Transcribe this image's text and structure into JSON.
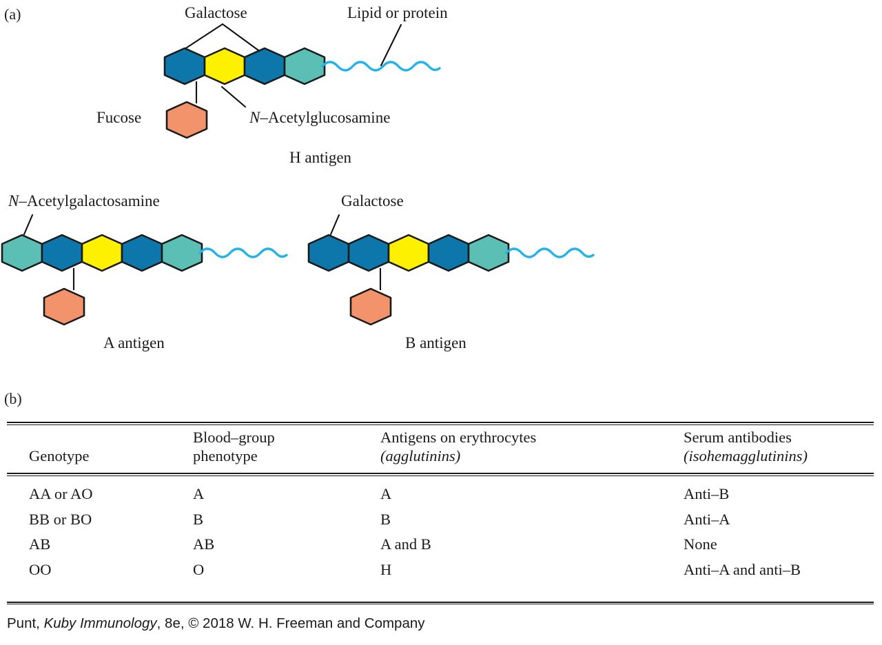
{
  "figure": {
    "panel_a_letter": "(a)",
    "panel_b_letter": "(b)"
  },
  "colors": {
    "galactose_blue": "#0d77ab",
    "glcnac_yellow": "#fdf100",
    "galnac_teal": "#5bbfb5",
    "fucose_orange": "#f2936b",
    "tail_cyan": "#22b3e8",
    "outline": "#1a1a1a",
    "text": "#1a1a1a"
  },
  "panel_a": {
    "structures": [
      {
        "id": "h-antigen",
        "name": "H antigen",
        "sugars": [
          "galactose_blue",
          "glcnac_yellow",
          "galactose_blue",
          "galnac_teal"
        ],
        "branch": {
          "from_index": 0,
          "sugar": "fucose_orange",
          "label": "Fucose"
        },
        "tail_label": "Lipid or protein",
        "labels": [
          {
            "text": "Galactose",
            "points_to": [
              0,
              2
            ]
          },
          {
            "text_italic_prefix": "N",
            "text": "N–Acetylglucosamine",
            "points_to": [
              1
            ]
          },
          {
            "text": "Fucose",
            "points_to": [
              "branch"
            ]
          },
          {
            "text": "Lipid or protein",
            "points_to": [
              "tail"
            ]
          }
        ]
      },
      {
        "id": "a-antigen",
        "name": "A antigen",
        "sugars": [
          "galnac_teal",
          "galactose_blue",
          "glcnac_yellow",
          "galactose_blue",
          "galnac_teal"
        ],
        "branch": {
          "from_index": 1,
          "sugar": "fucose_orange"
        },
        "labels": [
          {
            "text_italic_prefix": "N",
            "text": "N–Acetylgalactosamine",
            "points_to": [
              0
            ]
          }
        ]
      },
      {
        "id": "b-antigen",
        "name": "B antigen",
        "sugars": [
          "galactose_blue",
          "galactose_blue",
          "glcnac_yellow",
          "galactose_blue",
          "galnac_teal"
        ],
        "branch": {
          "from_index": 1,
          "sugar": "fucose_orange"
        },
        "labels": [
          {
            "text": "Galactose",
            "points_to": [
              0
            ]
          }
        ]
      }
    ],
    "label_texts": {
      "galactose": "Galactose",
      "lipid_or_protein": "Lipid or protein",
      "fucose": "Fucose",
      "n_acetylglucosamine_italic": "N",
      "n_acetylglucosamine_rest": "–Acetylglucosamine",
      "n_acetylgalactosamine_italic": "N",
      "n_acetylgalactosamine_rest": "–Acetylgalactosamine",
      "galactose_b": "Galactose",
      "h_antigen": "H antigen",
      "a_antigen": "A antigen",
      "b_antigen": "B antigen"
    }
  },
  "panel_b": {
    "headers": [
      {
        "line1": "",
        "line2": "Genotype",
        "italic_line2": false
      },
      {
        "line1": "Blood–group",
        "line2": "phenotype",
        "italic_line2": false
      },
      {
        "line1": "Antigens on erythrocytes",
        "line2": "(agglutinins)",
        "italic_line2": true
      },
      {
        "line1": "Serum antibodies",
        "line2": "(isohemagglutinins)",
        "italic_line2": true
      }
    ],
    "rows": [
      {
        "genotype": "AA or AO",
        "phenotype": "A",
        "antigens": "A",
        "serum": "Anti–B"
      },
      {
        "genotype": "BB or BO",
        "phenotype": "B",
        "antigens": "B",
        "serum": "Anti–A"
      },
      {
        "genotype": "AB",
        "phenotype": "AB",
        "antigens": "A and B",
        "serum": "None"
      },
      {
        "genotype": "OO",
        "phenotype": "O",
        "antigens": "H",
        "serum": "Anti–A and anti–B"
      }
    ]
  },
  "credit": {
    "author": "Punt, ",
    "title_italic": "Kuby Immunology",
    "rest": ", 8e, © 2018 W. H. Freeman and Company"
  }
}
